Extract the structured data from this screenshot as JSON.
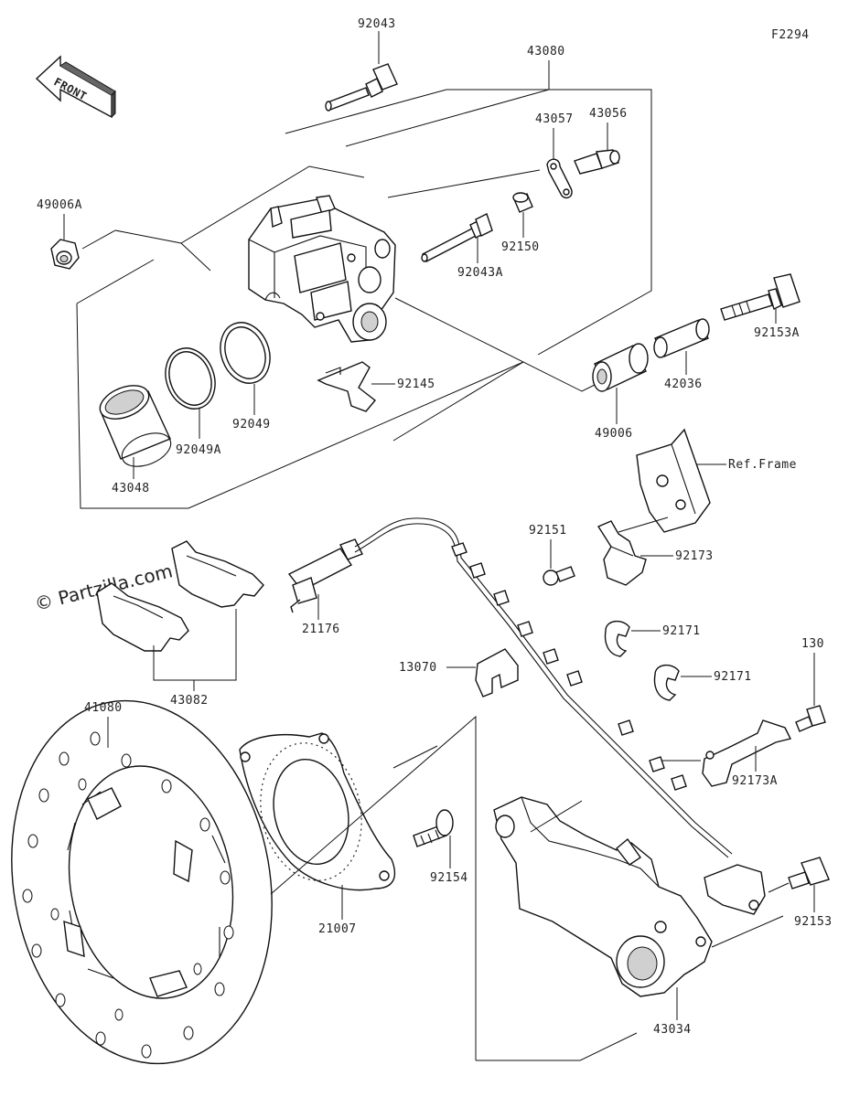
{
  "figure_code": "F2294",
  "front_label": "FRONT",
  "watermark": "© Partzilla.com",
  "ref_label": "Ref.Frame",
  "parts": {
    "p92043": "92043",
    "p43080": "43080",
    "p43057": "43057",
    "p43056": "43056",
    "p49006A": "49006A",
    "p92150": "92150",
    "p92043A": "92043A",
    "p92153A": "92153A",
    "p42036": "42036",
    "p49006": "49006",
    "p92145": "92145",
    "p92049": "92049",
    "p92049A": "92049A",
    "p43048": "43048",
    "p92151": "92151",
    "p92173": "92173",
    "p21176": "21176",
    "p92171a": "92171",
    "p92171b": "92171",
    "p13070": "13070",
    "p43082": "43082",
    "p130": "130",
    "p41080": "41080",
    "p92173A": "92173A",
    "p92154": "92154",
    "p21007": "21007",
    "p92153": "92153",
    "p43034": "43034"
  }
}
